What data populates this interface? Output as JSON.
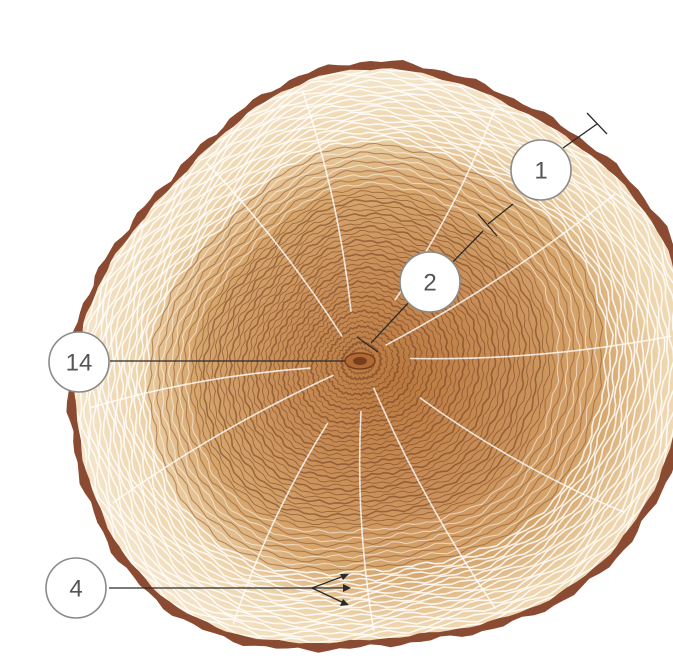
{
  "callouts": [
    {
      "id": "c1",
      "label": "1"
    },
    {
      "id": "c2",
      "label": "2"
    },
    {
      "id": "c14",
      "label": "14"
    },
    {
      "id": "c4",
      "label": "4"
    }
  ],
  "colors": {
    "bark": "#8b4a32",
    "sapwood": "#f3e2c4",
    "heartwood": "#c98e58",
    "heartwood_dark": "#a66a3c",
    "ring_line_light": "#ffffff",
    "ring_line_dark": "#6b3a1e",
    "pith": "#8a4a24",
    "callout_border": "#8a8a8a",
    "callout_text": "#555555",
    "leader_line": "#2a2a2a"
  }
}
